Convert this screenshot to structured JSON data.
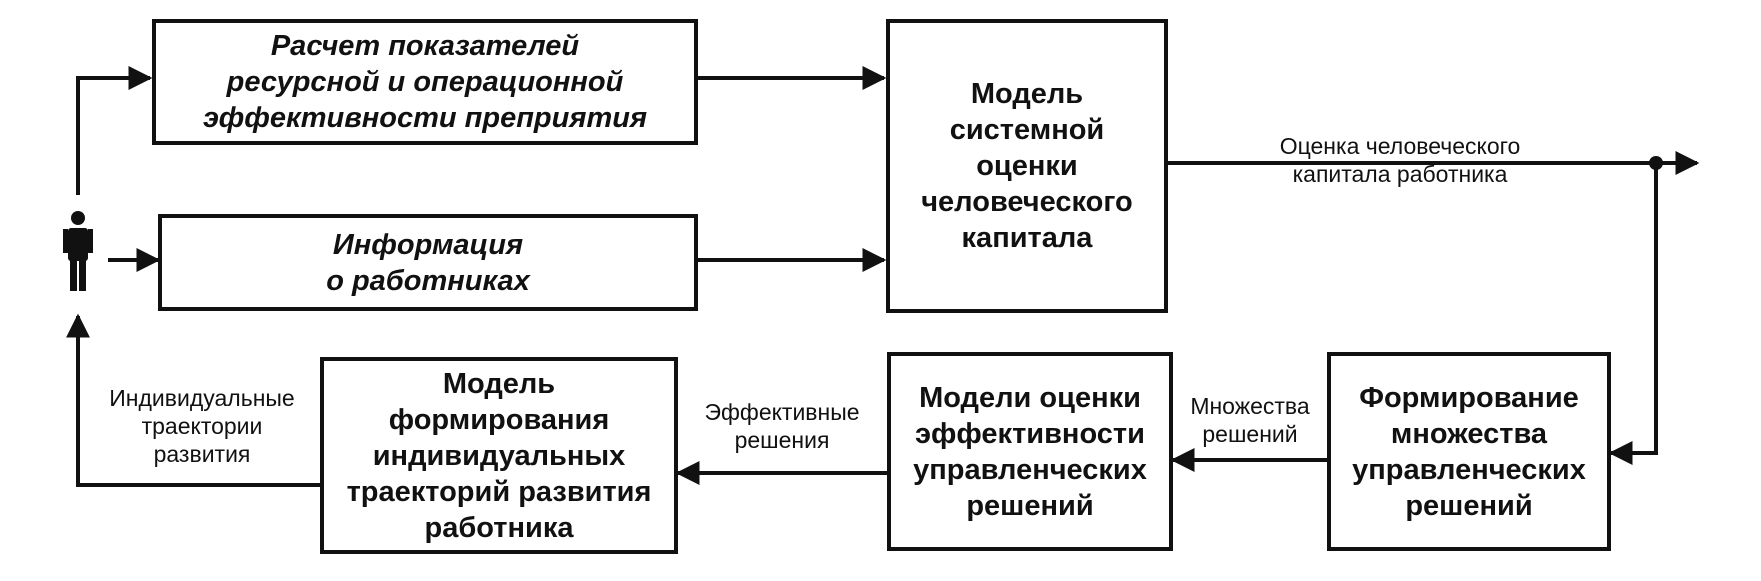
{
  "nodes": {
    "indicators": "Расчет показателей\nресурсной и операционной\nэффективности преприятия",
    "employee_info": "Информация\nо работниках",
    "system_model": "Модель\nсистемной\nоценки\nчеловеческого\nкапитала",
    "decision_set": "Формирование\nмножества\nуправленческих\nрешений",
    "efficiency_models": "Модели оценки\nэффективности\nуправленческих\nрешений",
    "trajectory_model": "Модель\nформирования\nиндивидуальных\nтраекторий развития\nработника"
  },
  "edge_labels": {
    "capital_estimate": "Оценка человеческого\nкапитала работника",
    "decision_sets": "Множества\nрешений",
    "effective_decisions": "Эффективные\nрешения",
    "trajectories": "Индивидуальные\nтраектории\nразвития"
  },
  "icons": {
    "person": "person-icon"
  },
  "colors": {
    "line": "#111111",
    "background": "#ffffff"
  }
}
